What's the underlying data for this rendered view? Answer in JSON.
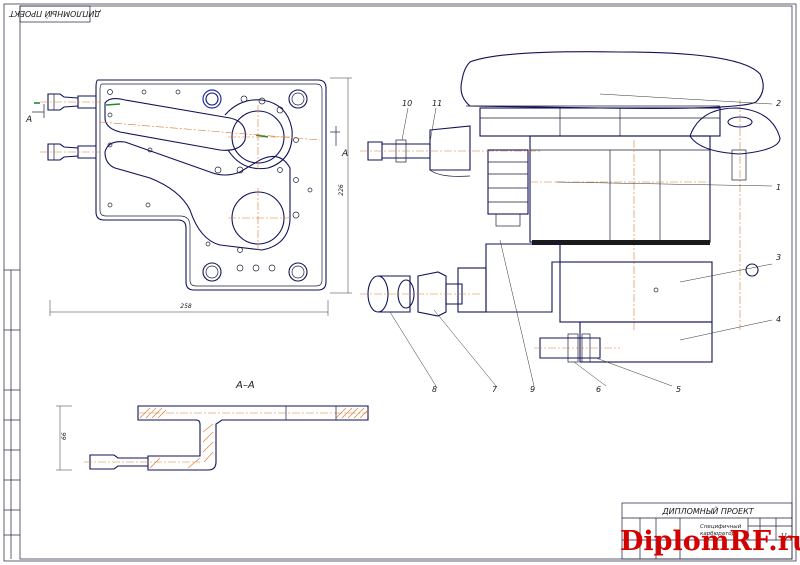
{
  "stamp_top": "ДИПЛОМНЫЙ ПРОЕКТ",
  "section_label": "А–А",
  "section_marks": [
    "А",
    "А"
  ],
  "dimensions": {
    "width": "258",
    "height": "226",
    "section_height": "66"
  },
  "callouts": [
    "1",
    "2",
    "3",
    "4",
    "5",
    "6",
    "7",
    "8",
    "9",
    "10",
    "11"
  ],
  "title_block": {
    "project": "ДИПЛОМНЫЙ ПРОЕКТ",
    "name_line1": "Специфичный",
    "name_line2": "карбюратор",
    "sheet": "11"
  },
  "watermark": {
    "main": "Diplom",
    "accent": "RF",
    "suffix": ".ru"
  },
  "colors": {
    "outline": "#12125a",
    "blue": "#1a2fb0",
    "center": "#d77b2e",
    "green": "#1c8a3c",
    "watermark": "#d40000"
  }
}
